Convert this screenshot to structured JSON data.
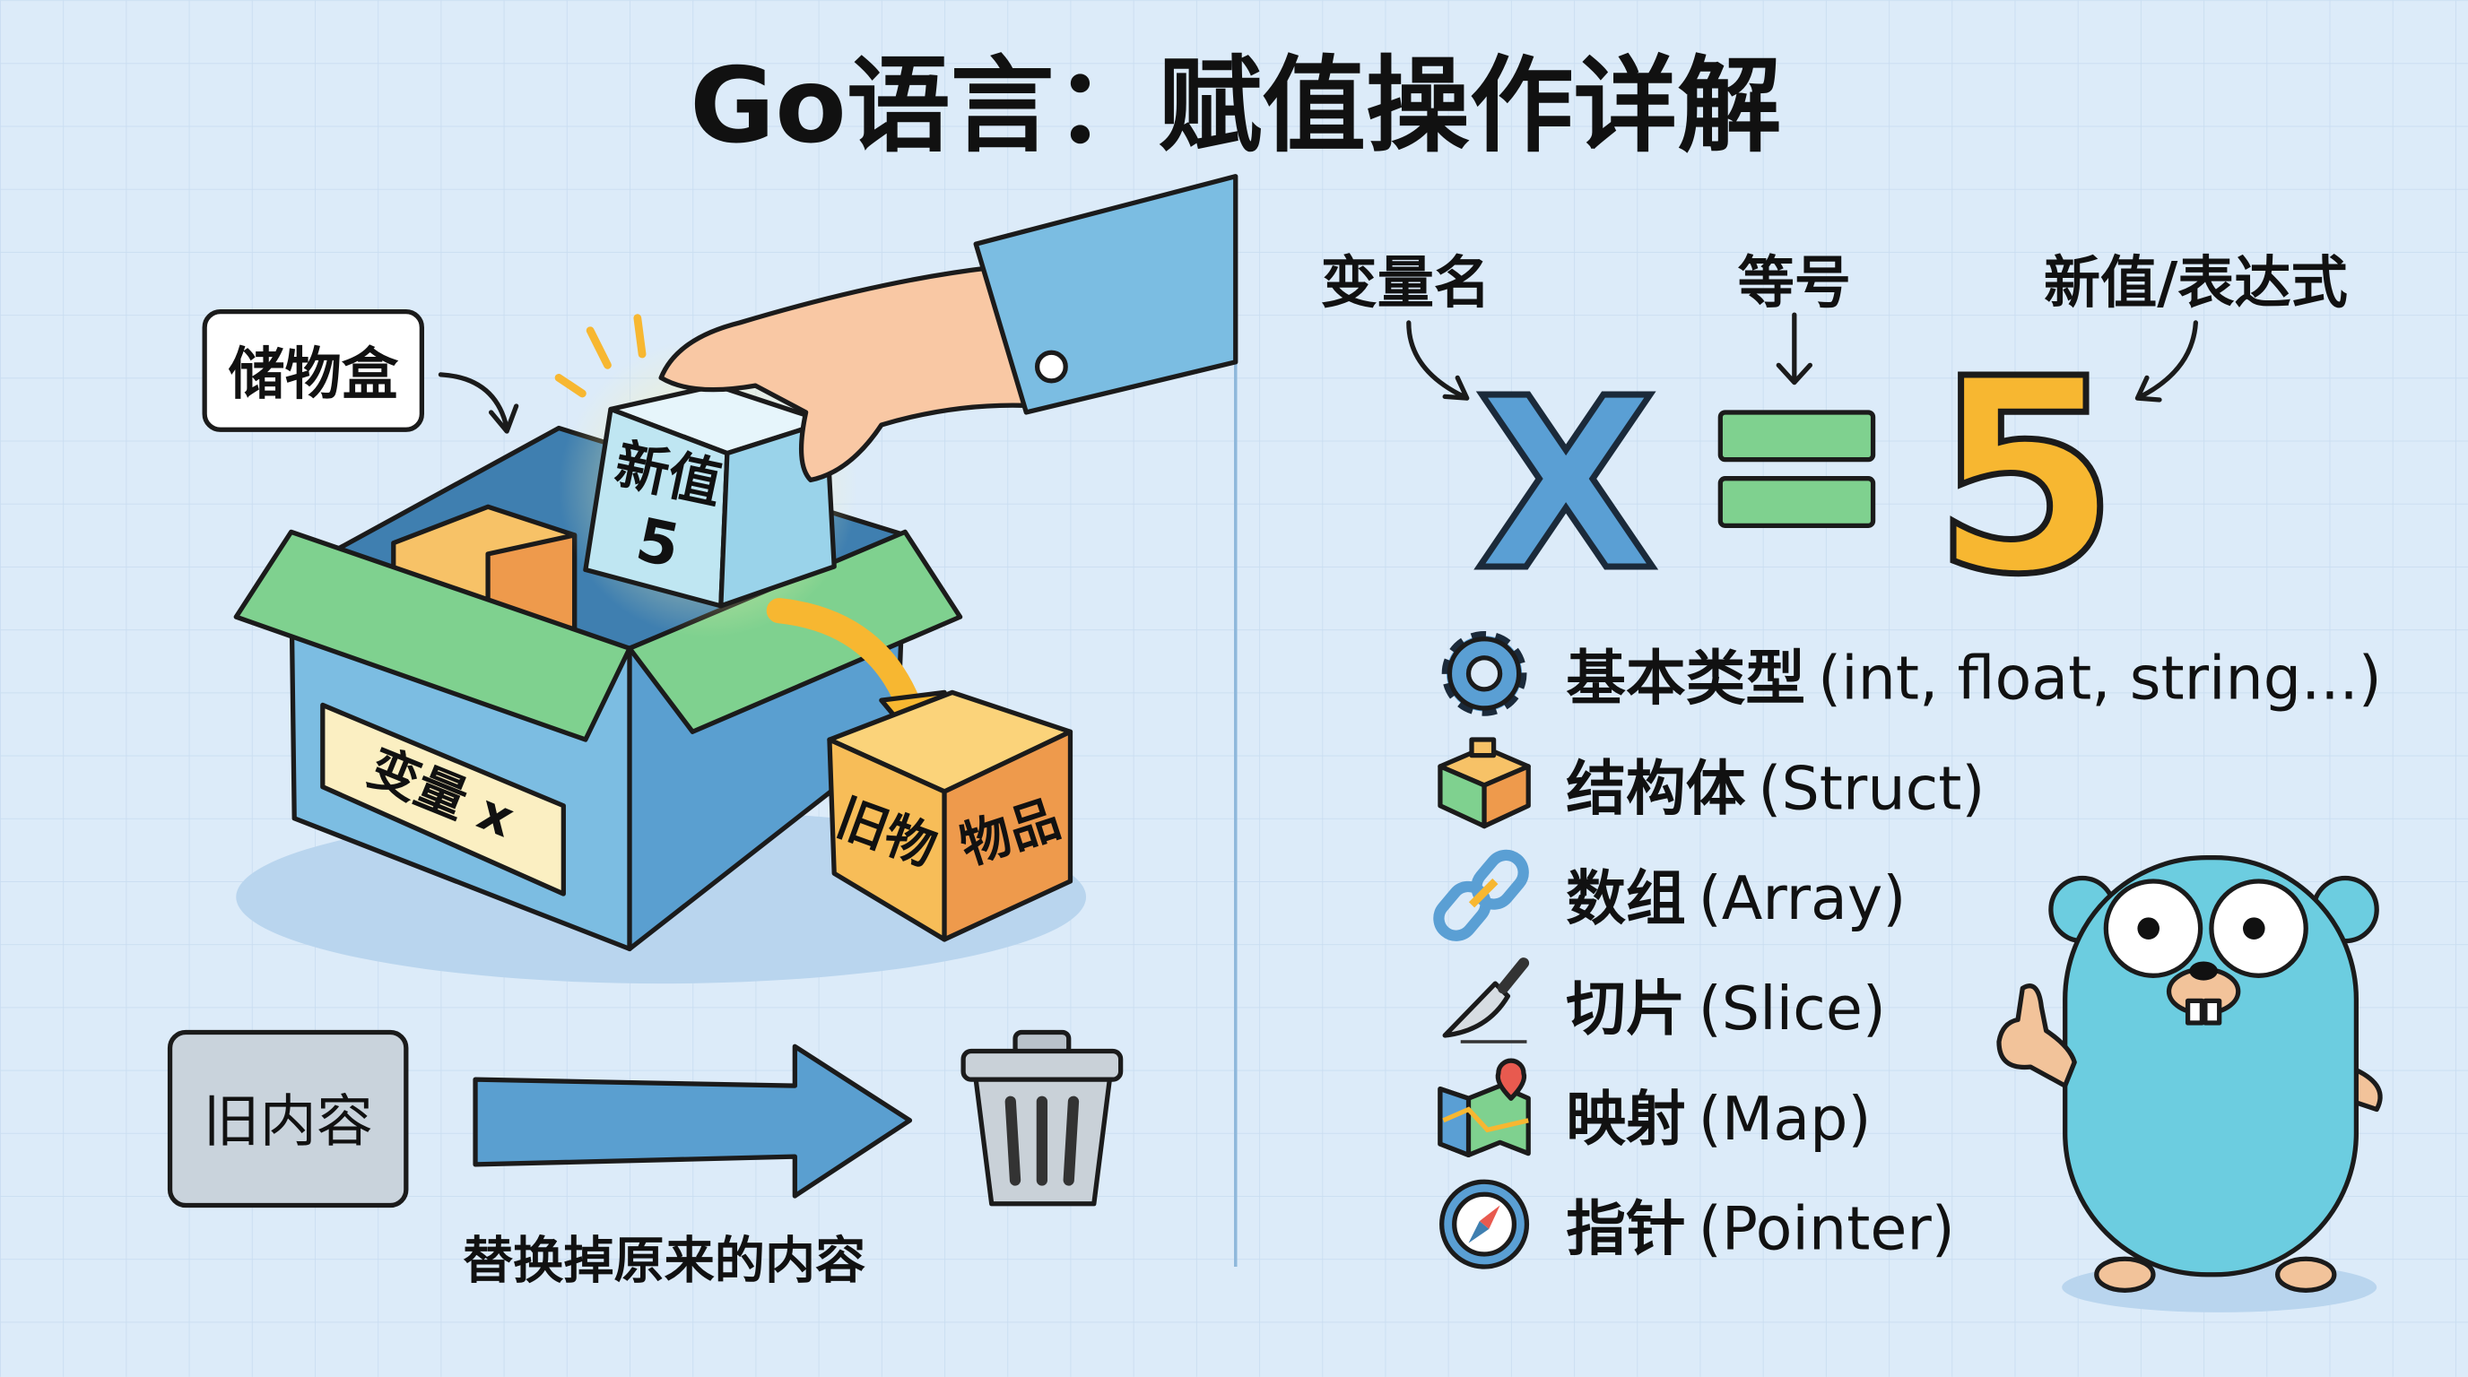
{
  "title": "Go语言：赋值操作详解",
  "left": {
    "storage_label": "储物盒",
    "new_value_line1": "新值",
    "new_value_line2": "5",
    "variable_label": "变量 x",
    "old_item_left": "旧物",
    "old_item_right": "物品",
    "old_content_label": "旧内容",
    "caption": "替换掉原来的内容"
  },
  "right": {
    "syntax_labels": {
      "name": "变量名",
      "equals": "等号",
      "value": "新值/表达式"
    },
    "equation": {
      "variable": "X",
      "operator": "=",
      "value": "5"
    },
    "types": [
      {
        "icon": "gear-icon",
        "zh": "基本类型",
        "en": "(int, float, string...)"
      },
      {
        "icon": "building-block-icon",
        "zh": "结构体",
        "en": "(Struct)"
      },
      {
        "icon": "chain-link-icon",
        "zh": "数组",
        "en": "(Array)"
      },
      {
        "icon": "knife-icon",
        "zh": "切片",
        "en": "(Slice)"
      },
      {
        "icon": "map-icon",
        "zh": "映射",
        "en": "(Map)"
      },
      {
        "icon": "compass-icon",
        "zh": "指针",
        "en": "(Pointer)"
      }
    ]
  },
  "colors": {
    "background": "#dcebf9",
    "box_blue": "#6fb3dc",
    "flap_green": "#7fd18f",
    "orange": "#f2a24a",
    "yellow": "#f7b731",
    "gopher": "#6ccde0"
  }
}
